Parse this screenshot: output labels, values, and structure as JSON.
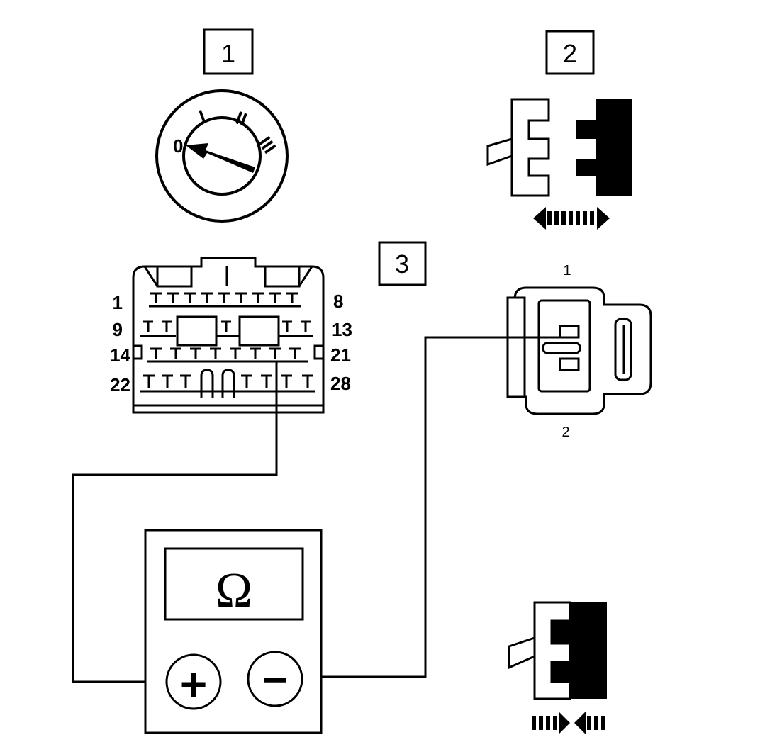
{
  "steps": [
    "1",
    "2",
    "3"
  ],
  "ignition": {
    "positions": [
      "0",
      "I",
      "II",
      "III"
    ],
    "selected": "0"
  },
  "ecu_connector": {
    "pin_labels": {
      "row1_left": "1",
      "row1_right": "8",
      "row2_left": "9",
      "row2_right": "13",
      "row3_left": "14",
      "row3_right": "21",
      "row4_left": "22",
      "row4_right": "28"
    }
  },
  "sensor_connector": {
    "pin_top": "1",
    "pin_bottom": "2"
  },
  "meter": {
    "display": "Ω",
    "plus": "+",
    "minus": "−"
  },
  "icons": {
    "disconnect": "connector-disconnected-icon",
    "reconnect": "connector-connected-icon",
    "double_arrow_out": "double-arrow-apart-icon",
    "double_arrow_in": "double-arrow-together-icon"
  },
  "colors": {
    "ink": "#000000",
    "paper": "#ffffff"
  }
}
